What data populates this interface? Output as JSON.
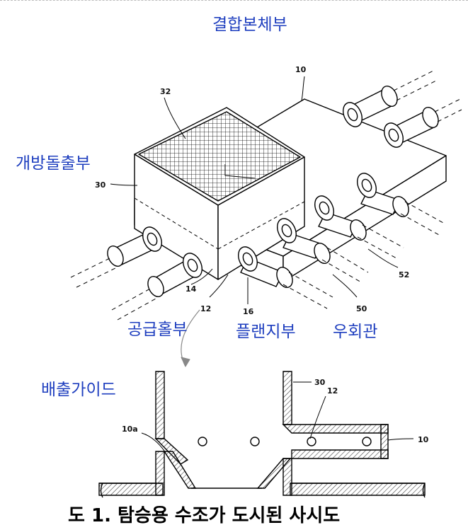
{
  "diagram": {
    "labels": {
      "coupling_body": "결합본체부",
      "open_protrusion": "개방돌출부",
      "supply_hole": "공급홀부",
      "flange": "플랜지부",
      "bypass_pipe": "우회관",
      "discharge_guide": "배출가이드"
    },
    "ref_numbers": {
      "n10_top": "10",
      "n32": "32",
      "n30_top": "30",
      "n14": "14",
      "n12_top": "12",
      "n16": "16",
      "n50": "50",
      "n52": "52",
      "n30_bottom": "30",
      "n12_bottom": "12",
      "n10a": "10a",
      "n10_bottom": "10"
    },
    "caption": "도 1. 탐승용 수조가 도시된 사시도"
  },
  "colors": {
    "label_blue": "#1f3fbf",
    "line": "#000000",
    "hatch": "#444444"
  }
}
